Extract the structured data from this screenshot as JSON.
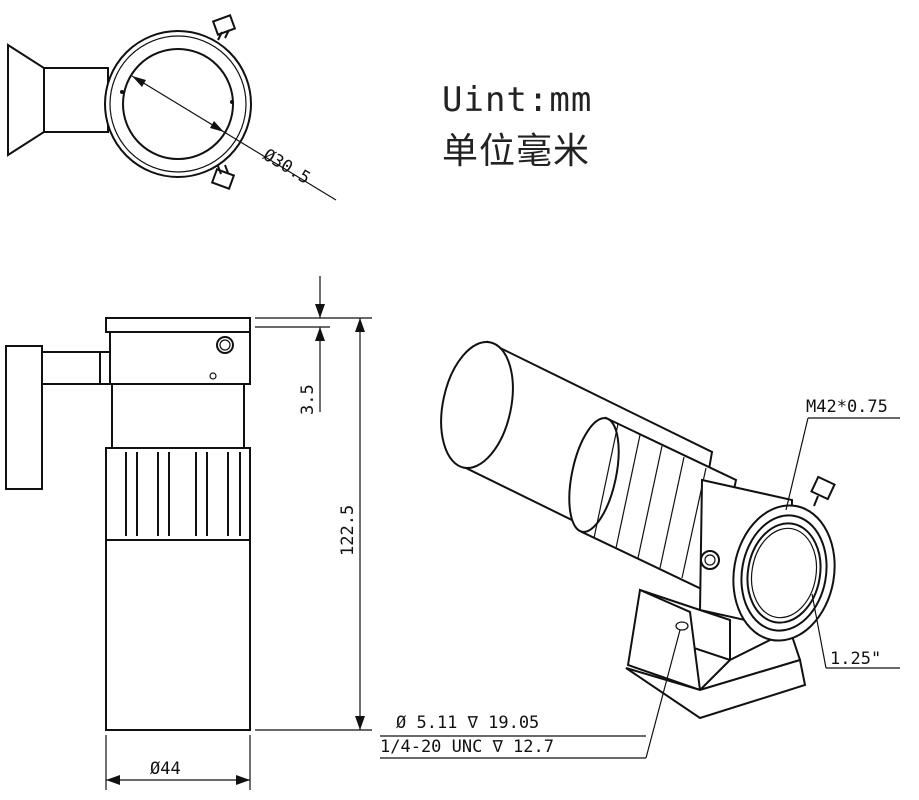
{
  "units": {
    "english": "Uint:mm",
    "chinese": "单位毫米"
  },
  "dimensions": {
    "bore_diameter": "Ø30.5",
    "ring_height": "3.5",
    "total_length": "122.5",
    "body_diameter": "Ø44",
    "thread": "M42*0.75",
    "eyepiece": "1.25\"",
    "hole_spec": "Ø  5.11  ∇  19.05",
    "thread_spec": "1/4-20 UNC    ∇  12.7"
  }
}
